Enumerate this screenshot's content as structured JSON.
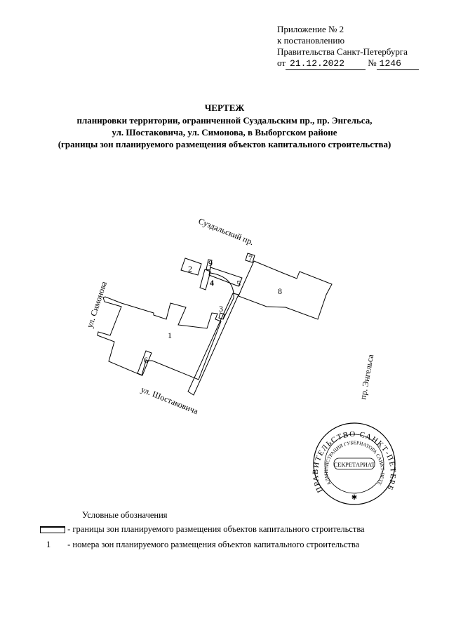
{
  "header": {
    "line1": "Приложение № 2",
    "line2": "к постановлению",
    "line3": "Правительства Санкт-Петербурга",
    "from_label": "от",
    "date": "21.12.2022",
    "number_label": "№",
    "number": "1246"
  },
  "title": {
    "main": "ЧЕРТЕЖ",
    "line1": "планировки территории, ограниченной  Суздальским пр., пр. Энгельса,",
    "line2": "ул. Шостаковича, ул. Симонова, в Выборгском районе",
    "line3": "(границы зон планируемого размещения объектов капитального строительства)"
  },
  "map": {
    "streets": {
      "suzdalsky": "Суздальский пр.",
      "simonova": "ул. Симонова",
      "shostakovicha": "ул. Шостаковича",
      "engelsa": "пр. Энгельса"
    },
    "zones": [
      "1",
      "2",
      "3",
      "4",
      "5",
      "6",
      "7",
      "8",
      "9"
    ]
  },
  "stamp": {
    "outer": "ПРАВИТЕЛЬСТВО САНКТ-ПЕТЕРБУРГА",
    "inner": "АДМИНИСТРАЦИЯ ГУБЕРНАТОРА САНКТ-ПЕТЕРБУРГА",
    "center": "СЕКРЕТАРИАТ"
  },
  "legend": {
    "title": "Условные обозначения",
    "items": [
      {
        "symbol": "",
        "text": "- границы зон планируемого размещения объектов капитального строительства"
      },
      {
        "symbol": "1",
        "text": "- номера зон планируемого размещения объектов капитального строительства"
      }
    ]
  }
}
